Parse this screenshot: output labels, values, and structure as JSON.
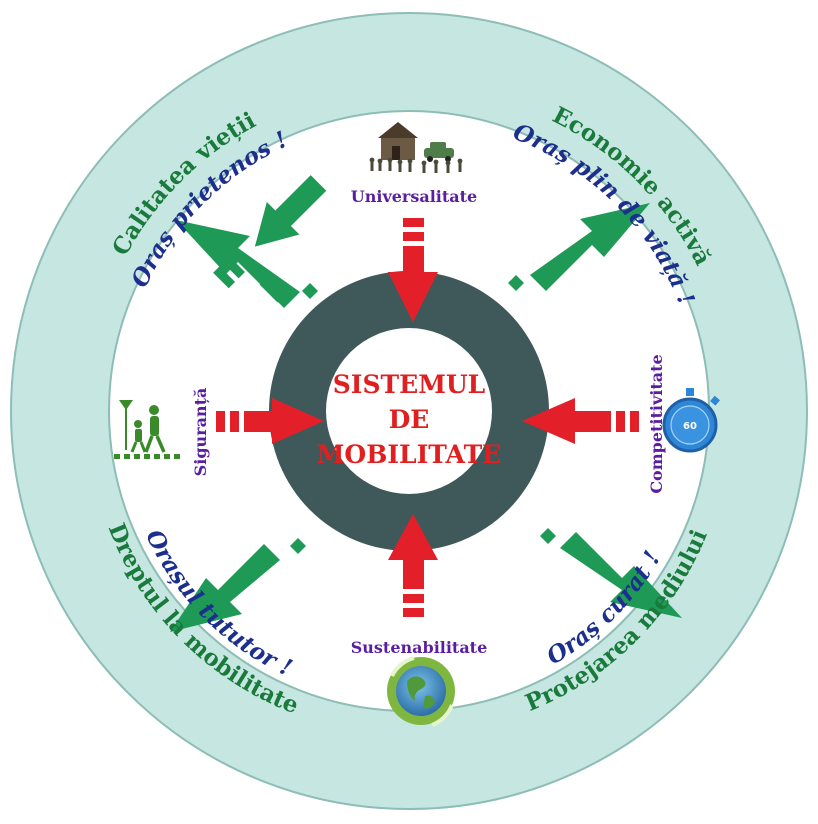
{
  "center": {
    "line1": "SISTEMUL",
    "line2": "DE",
    "line3": "MOBILITATE"
  },
  "factors": {
    "universalitate": "Universalitate",
    "siguranta": "Siguranță",
    "competitivitate": "Competitivitate",
    "sustenabilitate": "Sustenabilitate",
    "stopwatch_number": "60"
  },
  "outcomes": {
    "top_left": {
      "main": "Calitatea vieții",
      "slogan": "Oraș prietenos !"
    },
    "top_right": {
      "main": "Economie activă",
      "slogan": "Oraș plin de viață !"
    },
    "bottom_left": {
      "main": "Dreptul la mobilitate",
      "slogan": "Orașul  tututor !"
    },
    "bottom_right": {
      "main": "Protejarea mediului",
      "slogan": "Oraș curat !"
    }
  },
  "colors": {
    "outer_ring": "#c6e6e1",
    "outer_ring_stroke": "#8dbdb6",
    "inner_disc": "#ffffff",
    "dark_ring": "#3f585a",
    "red_text": "#e02020",
    "red_arrow": "#e3202a",
    "green_arrow": "#1f9a56",
    "green_text": "#1a7a3c",
    "blue_text": "#1c2f8c",
    "purple_text": "#5a1fa0",
    "stopwatch": "#2e86d8"
  },
  "icons": {
    "universalitate": "people-house-car-icon",
    "siguranta": "pedestrian-crossing-icon",
    "competitivitate": "stopwatch-icon",
    "sustenabilitate": "recycling-globe-icon"
  }
}
